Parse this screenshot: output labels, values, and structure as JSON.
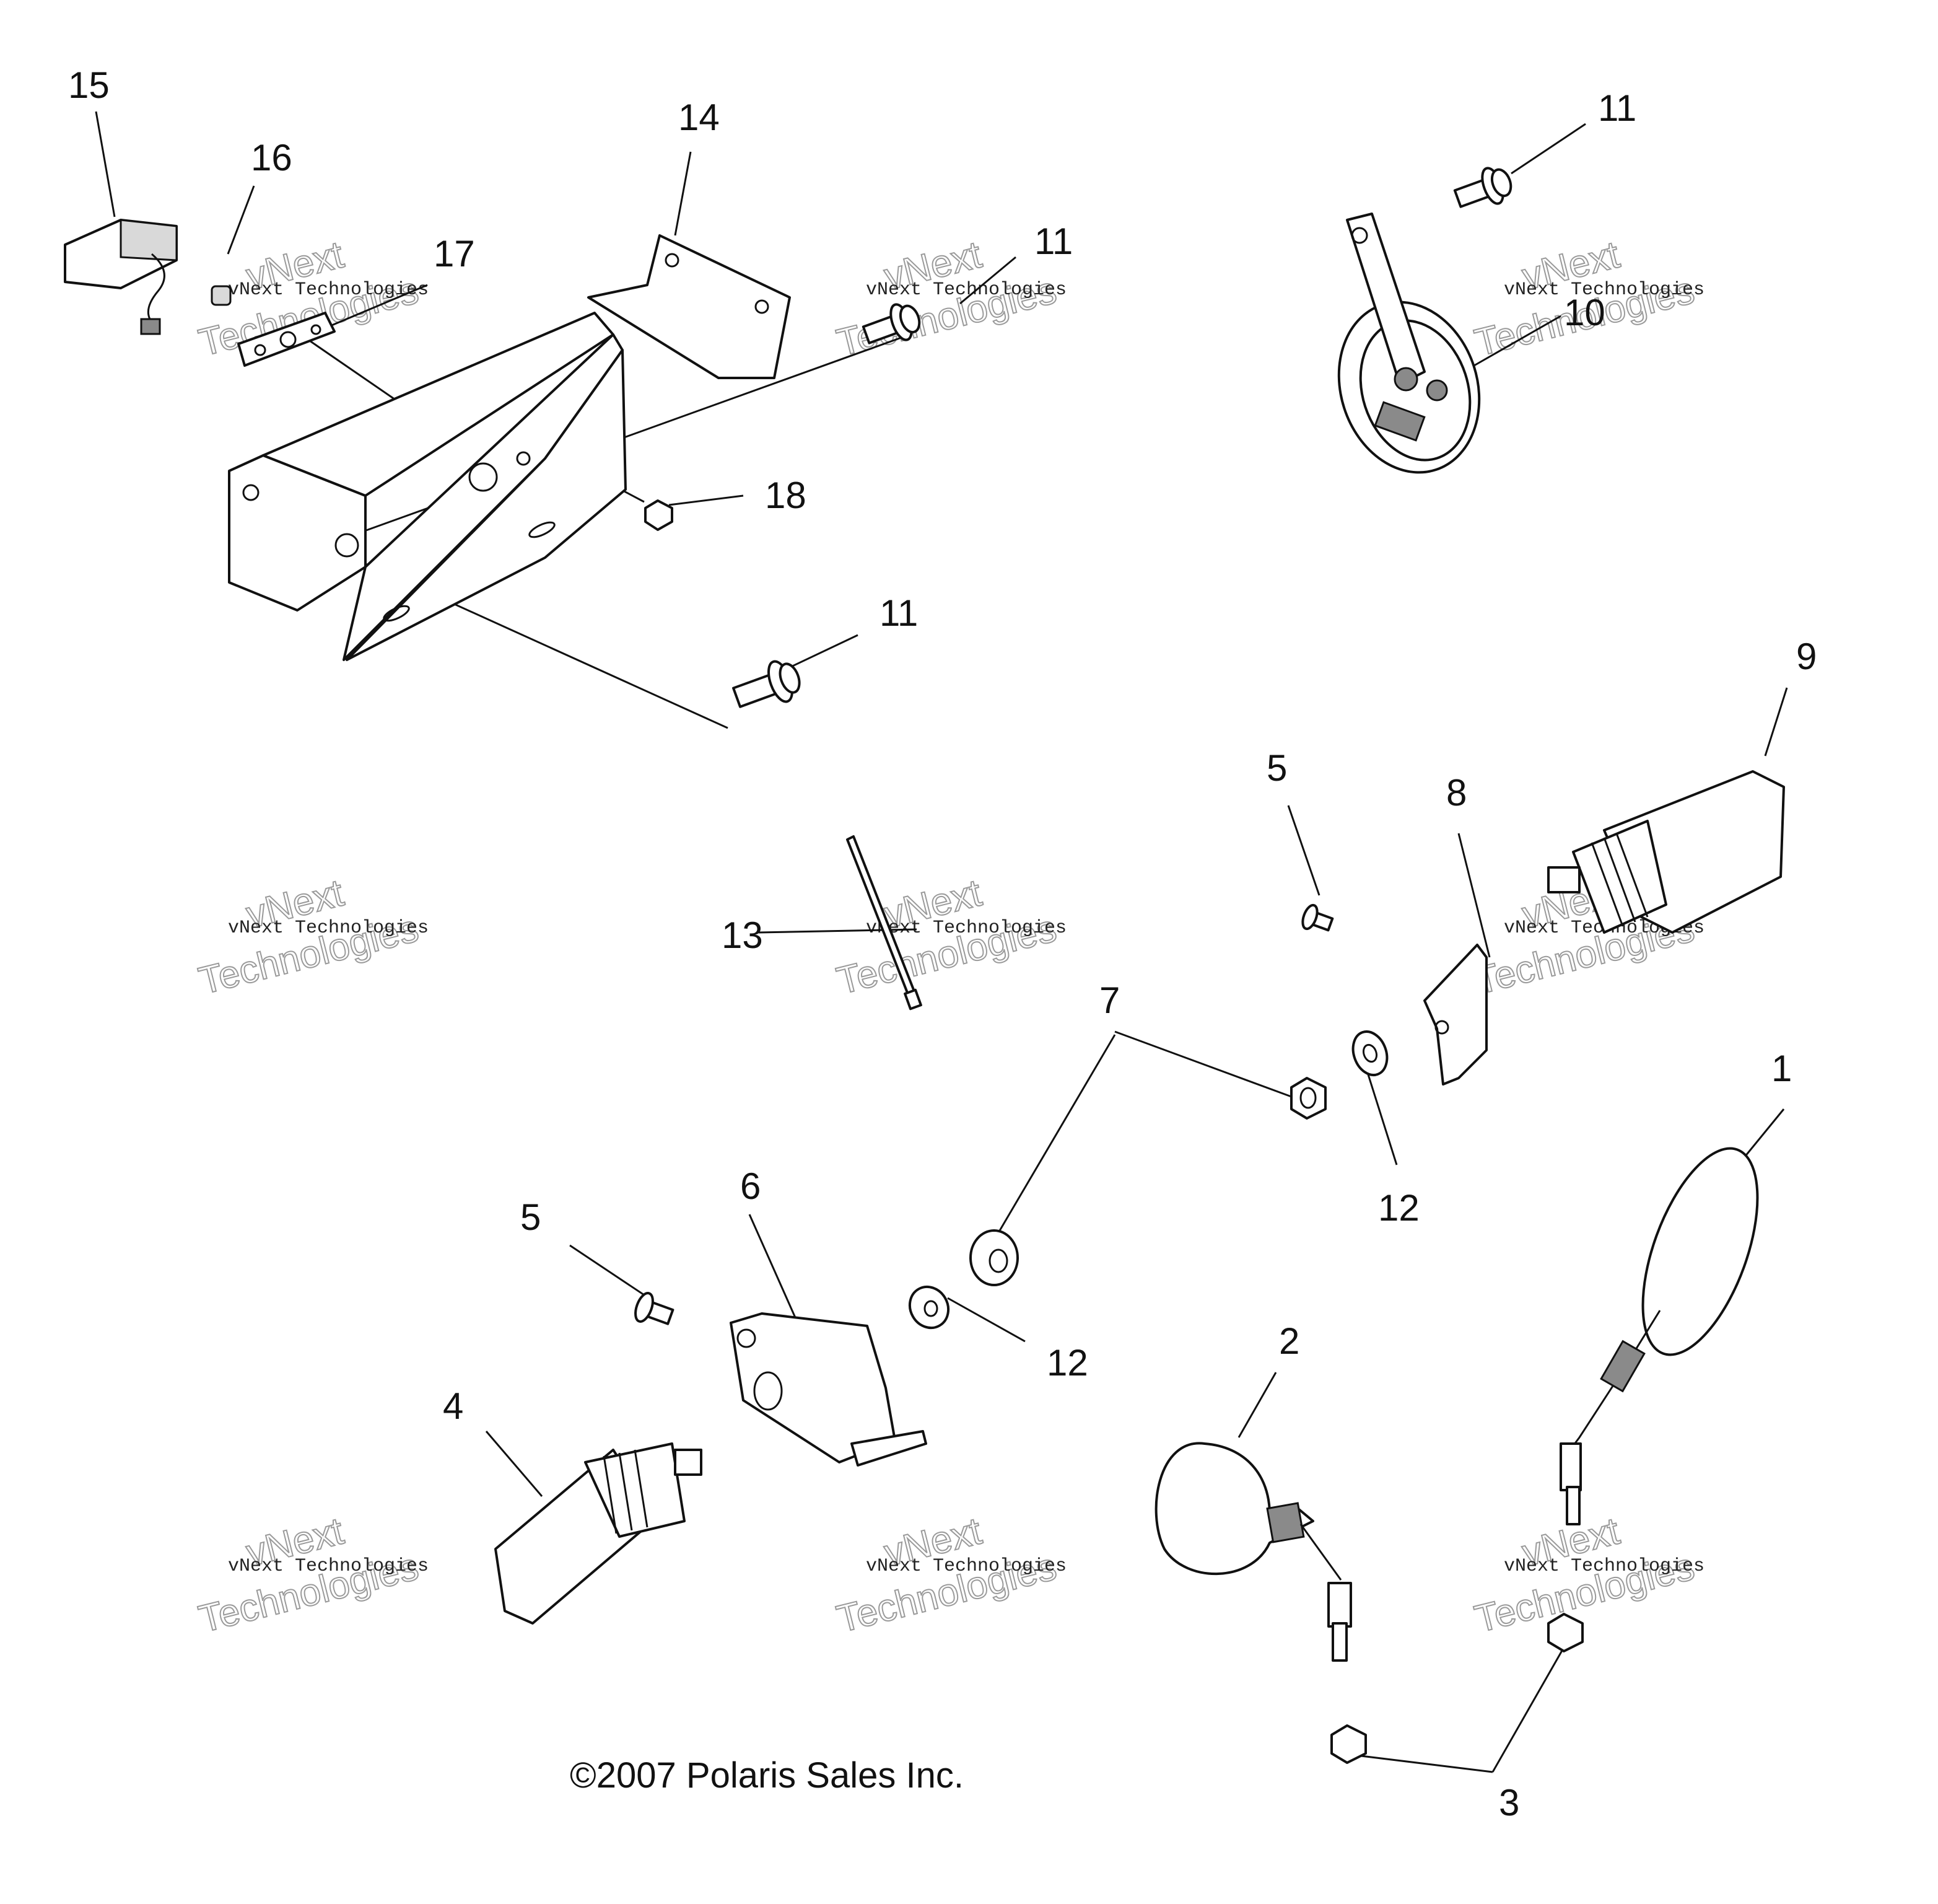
{
  "callouts": {
    "c1": "1",
    "c2": "2",
    "c3": "3",
    "c4": "4",
    "c5a": "5",
    "c5b": "5",
    "c6": "6",
    "c7": "7",
    "c8": "8",
    "c9": "9",
    "c10": "10",
    "c11a": "11",
    "c11b": "11",
    "c11c": "11",
    "c12a": "12",
    "c12b": "12",
    "c13": "13",
    "c14": "14",
    "c15": "15",
    "c16": "16",
    "c17": "17",
    "c18": "18"
  },
  "copyright": "©2007 Polaris Sales Inc.",
  "watermark": {
    "small": "vNext Technologies",
    "big_top": "vNext",
    "big_bottom": "Technologies"
  }
}
